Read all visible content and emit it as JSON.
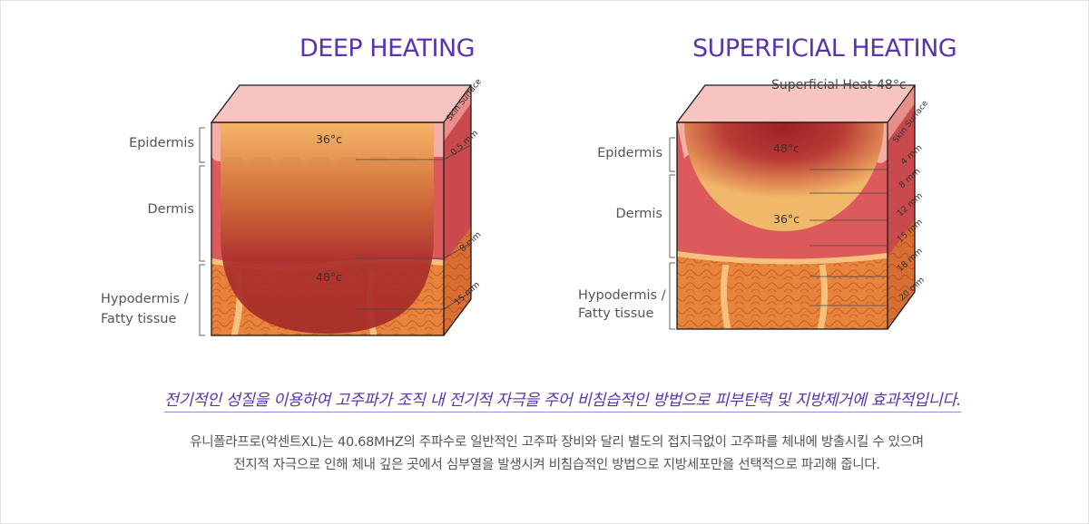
{
  "deep": {
    "title": "DEEP HEATING",
    "labels": {
      "epidermis": "Epidermis",
      "dermis": "Dermis",
      "hypodermis_1": "Hypodermis /",
      "hypodermis_2": "Fatty tissue"
    },
    "temp_top": "36°c",
    "temp_bottom": "48°c",
    "skin_surface": "Skin Surface",
    "depths": [
      "0.5 mm",
      "8 mm",
      "15 mm"
    ]
  },
  "superficial": {
    "title": "SUPERFICIAL HEATING",
    "subtitle": "Superficial Heat 48°c",
    "labels": {
      "epidermis": "Epidermis",
      "dermis": "Dermis",
      "hypodermis_1": "Hypodermis /",
      "hypodermis_2": "Fatty tissue"
    },
    "temp_top": "48°c",
    "temp_bottom": "36°c",
    "skin_surface": "Skin Surface",
    "depths": [
      "4 mm",
      "8 mm",
      "12 mm",
      "15 mm",
      "18 mm",
      "20 mm"
    ]
  },
  "headline": "전기적인 성질을 이용하여 고주파가 조직  내 전기적 자극을 주어 비침습적인 방법으로 피부탄력 및 지방제거에 효과적입니다.",
  "description": [
    "유니폴라프로(악센트XL)는 40.68MHZ의 주파수로 일반적인 고주파 장비와 달리 별도의 접지극없이 고주파를 체내에 방출시킬 수 있으며",
    "전지적 자극으로 인해 체내 깊은 곳에서 심부열을 발생시켜 비침습적인 방법으로 지방세포만을 선택적으로 파괴해 줍니다."
  ],
  "colors": {
    "title": "#5a34b0",
    "skin_top": "#f6b8b4",
    "dermis": "#dc5a5c",
    "fat": "#e9803a",
    "heat_core": "#a52a2a",
    "heat_edge": "#f4b66a"
  }
}
